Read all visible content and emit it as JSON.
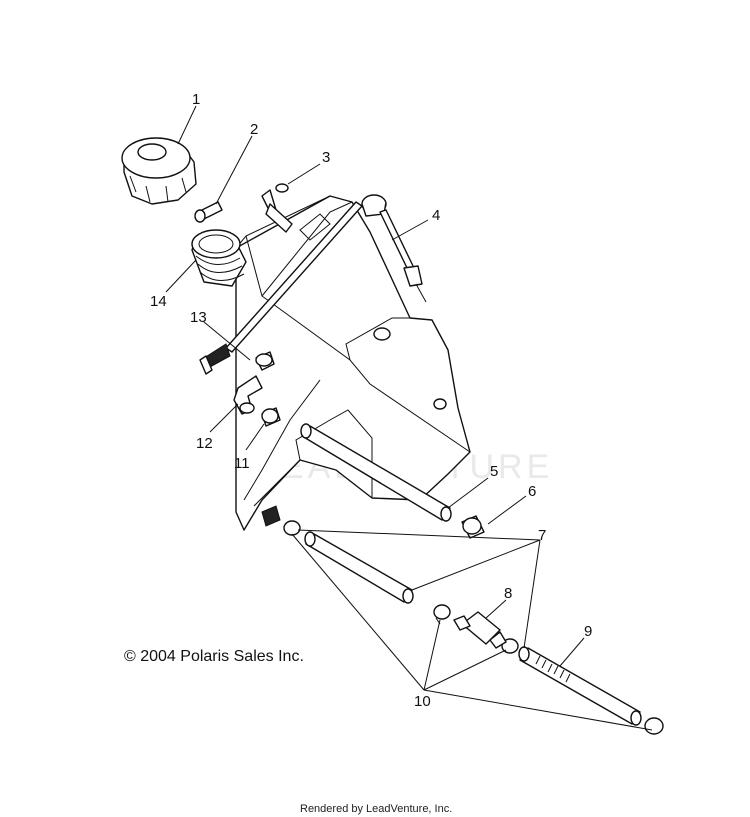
{
  "callouts": [
    {
      "id": "1",
      "text": "1"
    },
    {
      "id": "2",
      "text": "2"
    },
    {
      "id": "3",
      "text": "3"
    },
    {
      "id": "4",
      "text": "4"
    },
    {
      "id": "5",
      "text": "5"
    },
    {
      "id": "6",
      "text": "6"
    },
    {
      "id": "7",
      "text": "7"
    },
    {
      "id": "8",
      "text": "8"
    },
    {
      "id": "9",
      "text": "9"
    },
    {
      "id": "10",
      "text": "10"
    },
    {
      "id": "11",
      "text": "11"
    },
    {
      "id": "12",
      "text": "12"
    },
    {
      "id": "13",
      "text": "13"
    },
    {
      "id": "14",
      "text": "14"
    }
  ],
  "copyright": "© 2004 Polaris Sales Inc.",
  "rendered_by": "Rendered by LeadVenture, Inc.",
  "watermark": "LEADVENTURE"
}
